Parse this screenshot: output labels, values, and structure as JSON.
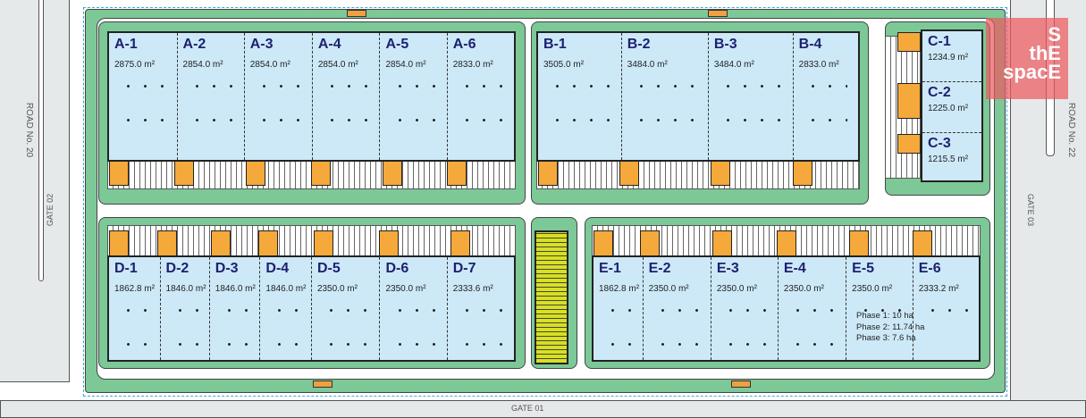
{
  "roads": {
    "left": "ROAD No. 20",
    "right": "ROAD No. 22"
  },
  "gates": {
    "g1": "GATE 01",
    "g2": "GATE 02",
    "g3": "GATE 03"
  },
  "watermark": {
    "line1": "S",
    "line2": "thE",
    "line3": "spacE",
    "color": "#f08a8a"
  },
  "phases": [
    "Phase 1: 10 ha",
    "Phase 2: 11.74 ha",
    "Phase 3: 7.6 ha"
  ],
  "colors": {
    "building": "#cde9f8",
    "green": "#7cc897",
    "dock": "#f5a93b",
    "facility": "#d8e021",
    "boundary": "#3aa6e0"
  },
  "blocks": {
    "A": [
      {
        "id": "A-1",
        "area": "2875.0 m²"
      },
      {
        "id": "A-2",
        "area": "2854.0 m²"
      },
      {
        "id": "A-3",
        "area": "2854.0 m²"
      },
      {
        "id": "A-4",
        "area": "2854.0 m²"
      },
      {
        "id": "A-5",
        "area": "2854.0 m²"
      },
      {
        "id": "A-6",
        "area": "2833.0 m²"
      }
    ],
    "B": [
      {
        "id": "B-1",
        "area": "3505.0 m²"
      },
      {
        "id": "B-2",
        "area": "3484.0 m²"
      },
      {
        "id": "B-3",
        "area": "3484.0 m²"
      },
      {
        "id": "B-4",
        "area": "2833.0 m²"
      }
    ],
    "C": [
      {
        "id": "C-1",
        "area": "1234.9 m²"
      },
      {
        "id": "C-2",
        "area": "1225.0 m²"
      },
      {
        "id": "C-3",
        "area": "1215.5 m²"
      }
    ],
    "D": [
      {
        "id": "D-1",
        "area": "1862.8 m²"
      },
      {
        "id": "D-2",
        "area": "1846.0 m²"
      },
      {
        "id": "D-3",
        "area": "1846.0 m²"
      },
      {
        "id": "D-4",
        "area": "1846.0 m²"
      },
      {
        "id": "D-5",
        "area": "2350.0 m²"
      },
      {
        "id": "D-6",
        "area": "2350.0 m²"
      },
      {
        "id": "D-7",
        "area": "2333.6 m²"
      }
    ],
    "E": [
      {
        "id": "E-1",
        "area": "1862.8 m²"
      },
      {
        "id": "E-2",
        "area": "2350.0 m²"
      },
      {
        "id": "E-3",
        "area": "2350.0 m²"
      },
      {
        "id": "E-4",
        "area": "2350.0 m²"
      },
      {
        "id": "E-5",
        "area": "2350.0 m²"
      },
      {
        "id": "E-6",
        "area": "2333.2 m²"
      }
    ]
  }
}
